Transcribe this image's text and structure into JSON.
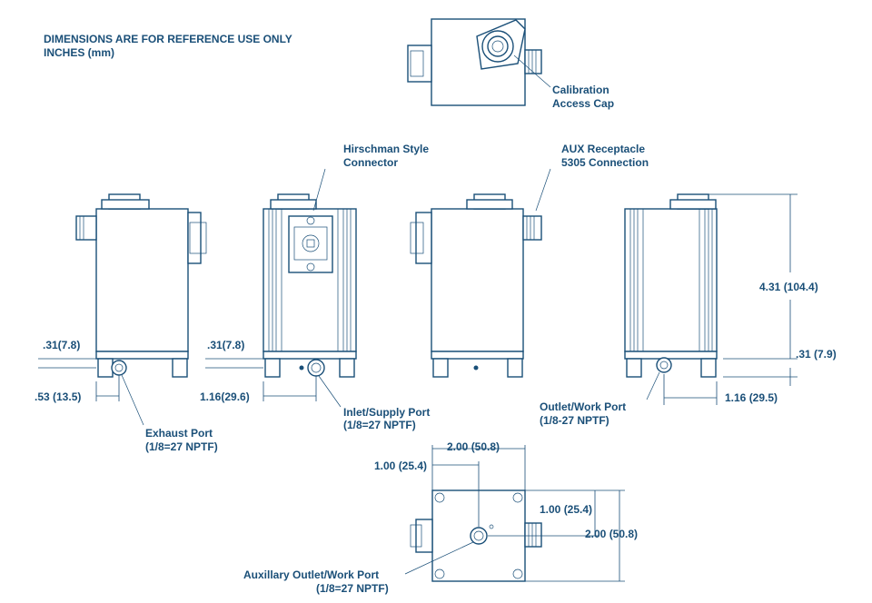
{
  "note": {
    "line1": "DIMENSIONS ARE FOR REFERENCE USE ONLY",
    "line2": "INCHES (mm)"
  },
  "callouts": {
    "calibration_1": "Calibration",
    "calibration_2": "Access Cap",
    "hirschman_1": "Hirschman Style",
    "hirschman_2": "Connector",
    "aux_1": "AUX Receptacle",
    "aux_2": "5305 Connection",
    "exhaust_1": "Exhaust Port",
    "exhaust_2": "(1/8=27 NPTF)",
    "inlet_1": "Inlet/Supply Port",
    "inlet_2": "(1/8=27 NPTF)",
    "outlet_1": "Outlet/Work Port",
    "outlet_2": "(1/8-27 NPTF)",
    "aux_outlet_1": "Auxillary Outlet/Work Port",
    "aux_outlet_2": "(1/8=27 NPTF)"
  },
  "dimensions": {
    "d_031_left": ".31(7.8)",
    "d_053": ".53 (13.5)",
    "d_031_mid": ".31(7.8)",
    "d_116_mid": "1.16(29.6)",
    "d_431": "4.31 (104.4)",
    "d_031_right": ".31 (7.9)",
    "d_116_right": "1.16 (29.5)",
    "d_200_top": "2.00 (50.8)",
    "d_100_left": "1.00 (25.4)",
    "d_100_right": "1.00 (25.4)",
    "d_200_right": "2.00 (50.8)"
  }
}
